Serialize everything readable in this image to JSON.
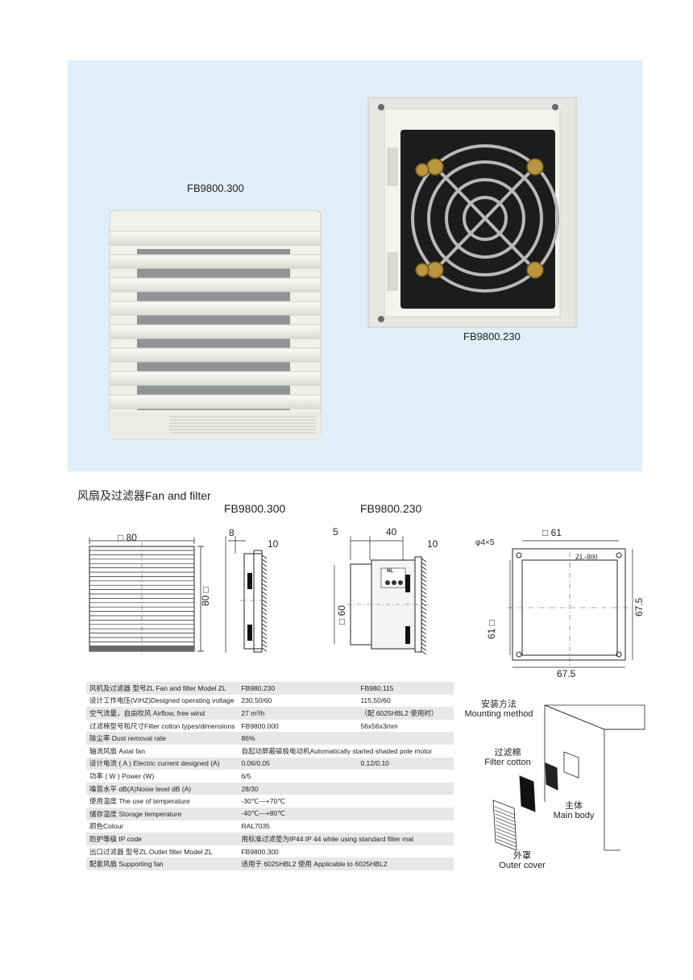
{
  "hero": {
    "filter_label": "FB9800.300",
    "fan_label": "FB9800.230"
  },
  "section_title": "风扇及过滤器Fan and filter",
  "drawings": {
    "model_left": "FB9800.300",
    "model_right": "FB9800.230",
    "front_width": "□ 80",
    "front_height": "80 □",
    "side1_top": "8",
    "side1_right": "10",
    "side2_a": "5",
    "side2_b": "40",
    "side2_c": "10",
    "side2_height": "□ 60",
    "fan_chip": "NL",
    "cut_holes": "φ4×5",
    "cut_width": "□ 61",
    "cut_tag": "ZL-800",
    "cut_height": "61 □",
    "cut_right": "67.5",
    "cut_bottom": "67.5"
  },
  "specs": [
    {
      "label": "风机及过滤器  型号ZL  Fan and filter  Model ZL",
      "v1": "FB980.230",
      "v2": "FB980.115"
    },
    {
      "label": "设计工作电压(V/HZ)Designed operating voltage",
      "v1": "230,50/60",
      "v2": "115,50/60"
    },
    {
      "label": "空气流量，自由吹风 Airflow, free wind",
      "v1": "27 m³/h",
      "v2": "（配   6025HBL2  使用时）"
    },
    {
      "label": "过滤棉型号和尺寸Filter cotton types/dimensions",
      "v1": "FB9800.000",
      "v2": "56x56x3mm"
    },
    {
      "label": "除尘率 Dust removal rate",
      "v1": "86%",
      "v2": ""
    },
    {
      "label": "轴流风扇 Axial fan",
      "v1": "自起动屏蔽磁极电动机Automatically started shaded pole motor",
      "v2": ""
    },
    {
      "label": "设计电流 ( A ) Electric current designed (A)",
      "v1": "0.06/0.05",
      "v2": "0.12/0.10"
    },
    {
      "label": "功率 ( W ) Power (W)",
      "v1": "6/5",
      "v2": ""
    },
    {
      "label": "噪音水平 dB(A)Noise level dB (A)",
      "v1": "28/30",
      "v2": ""
    },
    {
      "label": "使用温度  The use of temperature",
      "v1": "-30℃—+70℃",
      "v2": ""
    },
    {
      "label": "储存温度  Storage temperature",
      "v1": "-40℃—+80℃",
      "v2": ""
    },
    {
      "label": "颜色Colour",
      "v1": "RAL7035",
      "v2": ""
    },
    {
      "label": "防护等级  IP code",
      "v1": "用标准过滤垫为IP44   IP 44 while using standard filter mat",
      "v2": ""
    },
    {
      "label": "出口过滤器  型号ZL  Outlet filter  Model ZL",
      "v1": "FB9800.300",
      "v2": ""
    },
    {
      "label": "配套风扇 Supporting fan",
      "v1": "适用于   6025HBL2     使用     Applicable to 6025HBL2",
      "v2": ""
    }
  ],
  "mounting": {
    "title_cn": "安装方法",
    "title_en": "Mounting method",
    "filter_cn": "过滤棉",
    "filter_en": "Filter cotton",
    "main_cn": "主体",
    "main_en": "Main body",
    "cover_cn": "外罩",
    "cover_en": "Outer cover"
  },
  "colors": {
    "hero_bg": "#dfeef8",
    "row_shade": "#e7e7e7",
    "product_white": "#f2f2ef",
    "fan_black": "#1c1c1c"
  }
}
